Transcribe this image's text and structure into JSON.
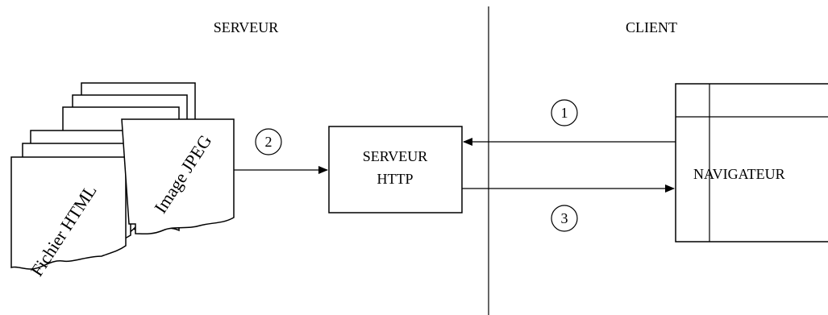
{
  "sections": {
    "server": "SERVEUR",
    "client": "CLIENT"
  },
  "documents": {
    "html_file": "Fichier HTML",
    "jpeg_image": "Image JPEG"
  },
  "http_server": {
    "line1": "SERVEUR",
    "line2": "HTTP"
  },
  "browser": {
    "label": "NAVIGATEUR"
  },
  "steps": {
    "one": "1",
    "two": "2",
    "three": "3"
  },
  "colors": {
    "stroke": "#000000",
    "background": "#ffffff"
  }
}
